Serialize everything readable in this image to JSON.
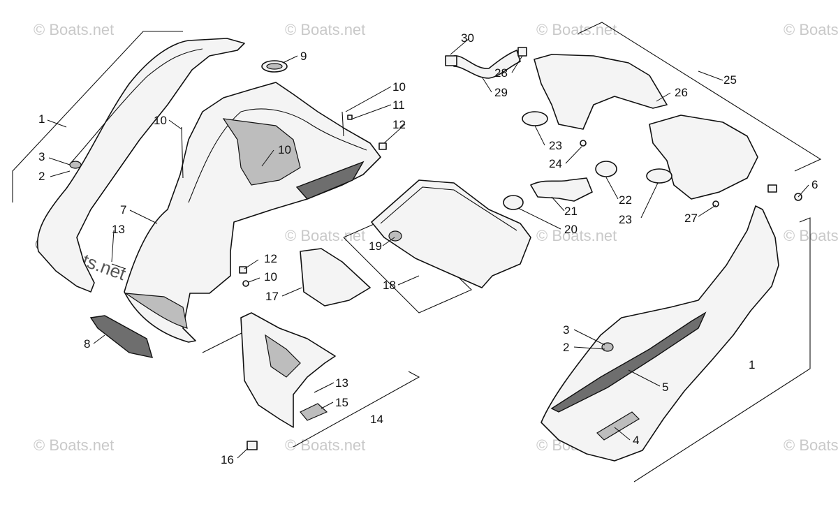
{
  "watermark": {
    "text": "© Boats.net"
  },
  "callouts": [
    {
      "id": "c30",
      "label": "30"
    },
    {
      "id": "c28",
      "label": "28"
    },
    {
      "id": "c29",
      "label": "29"
    },
    {
      "id": "c26",
      "label": "26"
    },
    {
      "id": "c25",
      "label": "25"
    },
    {
      "id": "c9",
      "label": "9"
    },
    {
      "id": "c10a",
      "label": "10"
    },
    {
      "id": "c11",
      "label": "11"
    },
    {
      "id": "c12a",
      "label": "12"
    },
    {
      "id": "c10b",
      "label": "10"
    },
    {
      "id": "c10c",
      "label": "10"
    },
    {
      "id": "c1a",
      "label": "1"
    },
    {
      "id": "c3a",
      "label": "3"
    },
    {
      "id": "c2a",
      "label": "2"
    },
    {
      "id": "c7",
      "label": "7"
    },
    {
      "id": "c13a",
      "label": "13"
    },
    {
      "id": "c12b",
      "label": "12"
    },
    {
      "id": "c10d",
      "label": "10"
    },
    {
      "id": "c17",
      "label": "17"
    },
    {
      "id": "c8",
      "label": "8"
    },
    {
      "id": "c23a",
      "label": "23"
    },
    {
      "id": "c24",
      "label": "24"
    },
    {
      "id": "c22",
      "label": "22"
    },
    {
      "id": "c21",
      "label": "21"
    },
    {
      "id": "c20",
      "label": "20"
    },
    {
      "id": "c19",
      "label": "19"
    },
    {
      "id": "c18",
      "label": "18"
    },
    {
      "id": "c23b",
      "label": "23"
    },
    {
      "id": "c27",
      "label": "27"
    },
    {
      "id": "c6",
      "label": "6"
    },
    {
      "id": "c3b",
      "label": "3"
    },
    {
      "id": "c2b",
      "label": "2"
    },
    {
      "id": "c1b",
      "label": "1"
    },
    {
      "id": "c5",
      "label": "5"
    },
    {
      "id": "c4",
      "label": "4"
    },
    {
      "id": "c13b",
      "label": "13"
    },
    {
      "id": "c15",
      "label": "15"
    },
    {
      "id": "c14",
      "label": "14"
    },
    {
      "id": "c16",
      "label": "16"
    }
  ]
}
